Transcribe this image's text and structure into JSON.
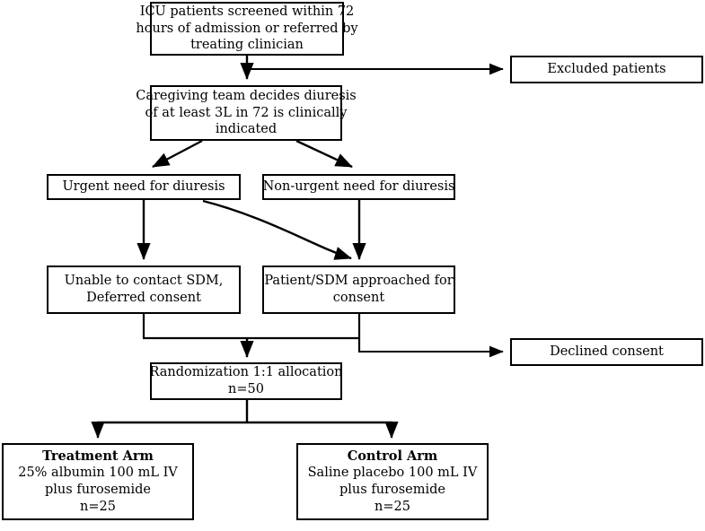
{
  "diagram": {
    "title": "ICU diuresis trial enrollment and randomization flowchart",
    "stroke_color": "#000000",
    "background_color": "#ffffff",
    "nodes": {
      "screened": {
        "lines": [
          "ICU patients screened within 72",
          "hours of admission or referred by",
          "treating clinician"
        ]
      },
      "decision": {
        "lines": [
          "Caregiving team decides diuresis",
          "of at least 3L in 72 is clinically",
          "indicated"
        ]
      },
      "excluded": {
        "lines": [
          "Excluded patients"
        ]
      },
      "urgent": {
        "lines": [
          "Urgent need for diuresis"
        ]
      },
      "nonurgent": {
        "lines": [
          "Non-urgent need for diuresis"
        ]
      },
      "deferred": {
        "lines": [
          "Unable to contact SDM,",
          "Deferred consent"
        ]
      },
      "approached": {
        "lines": [
          "Patient/SDM approached for",
          "consent"
        ]
      },
      "declined": {
        "lines": [
          "Declined consent"
        ]
      },
      "randomization": {
        "lines": [
          "Randomization 1:1 allocation",
          "n=50"
        ]
      },
      "treatment": {
        "heading": "Treatment Arm",
        "lines": [
          "25% albumin 100 mL IV",
          "plus furosemide",
          "n=25"
        ]
      },
      "control": {
        "heading": "Control Arm",
        "lines": [
          "Saline placebo 100 mL IV",
          "plus furosemide",
          "n=25"
        ]
      }
    },
    "connectors": [
      {
        "name": "screened-to-decision",
        "from": "screened",
        "to": "decision",
        "style": "straight-down-arrow"
      },
      {
        "name": "screened-to-excluded",
        "from": "screened",
        "to": "excluded",
        "style": "elbow-right-arrow"
      },
      {
        "name": "decision-to-urgent",
        "from": "decision",
        "to": "urgent",
        "style": "diagonal-arrow"
      },
      {
        "name": "decision-to-nonurgent",
        "from": "decision",
        "to": "nonurgent",
        "style": "diagonal-arrow"
      },
      {
        "name": "urgent-to-deferred",
        "from": "urgent",
        "to": "deferred",
        "style": "straight-down-arrow"
      },
      {
        "name": "urgent-to-approached",
        "from": "urgent",
        "to": "approached",
        "style": "curved-arrow"
      },
      {
        "name": "nonurgent-to-approached",
        "from": "nonurgent",
        "to": "approached",
        "style": "straight-down-arrow"
      },
      {
        "name": "consent-merge-to-randomization",
        "from": "deferred+approached",
        "to": "randomization",
        "style": "merge-down-arrow"
      },
      {
        "name": "consent-to-declined",
        "from": "approached",
        "to": "declined",
        "style": "elbow-right-arrow"
      },
      {
        "name": "randomization-to-treatment",
        "from": "randomization",
        "to": "treatment",
        "style": "split-down-arrow"
      },
      {
        "name": "randomization-to-control",
        "from": "randomization",
        "to": "control",
        "style": "split-down-arrow"
      }
    ]
  }
}
